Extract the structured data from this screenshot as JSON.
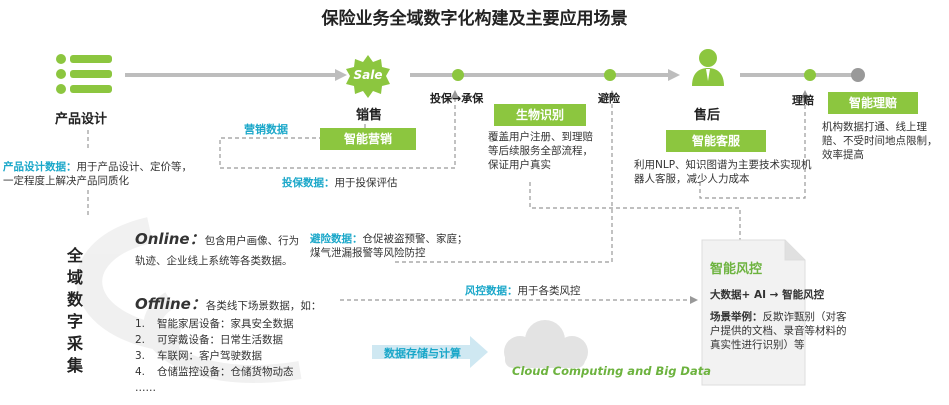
{
  "title": "保险业务全域数字化构建及主要应用场景",
  "stages": {
    "product_design": "产品设计",
    "sales": "销售",
    "sale_badge": "Sale",
    "underwriting": "投保→承保",
    "claim_avoid": "避险",
    "after_sales": "售后",
    "claims": "理赔"
  },
  "boxes": {
    "smart_marketing": "智能营销",
    "biometric": "生物识别",
    "smart_service": "智能客服",
    "smart_claims": "智能理赔",
    "smart_risk": "智能风控"
  },
  "notes": {
    "marketing_data": "营销数据",
    "product_design_data_label": "产品设计数据：",
    "product_design_data_text": "用于产品设计、定价等，一定程度上解决产品同质化",
    "underwriting_data_label": "投保数据：",
    "underwriting_data_text": "用于投保评估",
    "biometric_desc": "覆盖用户注册、到理赔等后续服务全部流程，保证用户真实",
    "service_desc": "利用NLP、知识图谱为主要技术实现机器人客服，减少人力成本",
    "claims_desc": "机构数据打通、线上理赔、不受时间地点限制，效率提高",
    "avoid_data_label": "避险数据：",
    "avoid_data_text": "仓促被盗预警、家庭；煤气泄漏报警等风险防控",
    "risk_data_label": "风控数据：",
    "risk_data_text": "用于各类风控",
    "storage_label": "数据存储与计算",
    "cloud_text": "Cloud Computing and Big Data"
  },
  "collection": {
    "side_title": [
      "全",
      "域",
      "数",
      "字",
      "采",
      "集"
    ],
    "online_head": "Online：",
    "online_text": "包含用户画像、行为轨迹、企业线上系统等各类数据。",
    "offline_head": "Offline：",
    "offline_text": "各类线下场景数据，如：",
    "offline_items": [
      {
        "num": "1.",
        "text": "智能家居设备：家具安全数据"
      },
      {
        "num": "2.",
        "text": "可穿戴设备：日常生活数据"
      },
      {
        "num": "3.",
        "text": "车联网：客户驾驶数据"
      },
      {
        "num": "4.",
        "text": "仓储监控设备：仓储货物动态"
      }
    ],
    "ellipsis": "……"
  },
  "risk": {
    "formula": "大数据+ AI → 智能风控",
    "example_label": "场景举例：",
    "example_text": "反欺诈甄别（对客户提供的文档、录音等材料的真实性进行识别）等"
  },
  "colors": {
    "accent_green": "#8cc63f",
    "cyan": "#1aa7c9",
    "line_gray": "#bdbdbd"
  }
}
